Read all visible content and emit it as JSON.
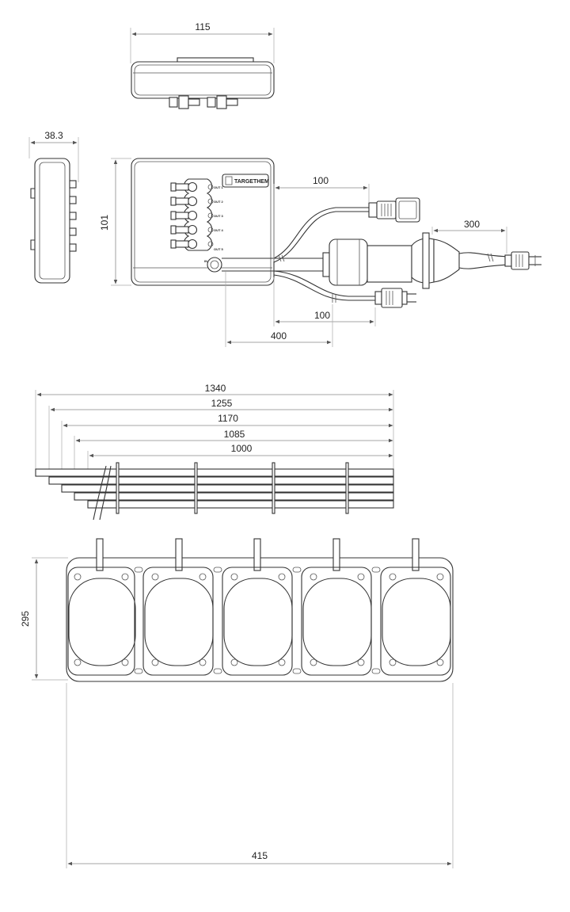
{
  "dimensions": {
    "top_width": "115",
    "side_depth": "38.3",
    "front_height": "101",
    "cable_out": "100",
    "cable_plug": "300",
    "cable_in": "100",
    "cable_main": "400",
    "tube_1": "1340",
    "tube_2": "1255",
    "tube_3": "1170",
    "tube_4": "1085",
    "tube_5": "1000",
    "mat_height": "295",
    "mat_width": "415"
  },
  "panel": {
    "brand": "TARGETHEM",
    "out_labels": [
      "OUT 1",
      "OUT 2",
      "OUT 3",
      "OUT 4",
      "OUT 5"
    ],
    "in_label": "IN"
  }
}
